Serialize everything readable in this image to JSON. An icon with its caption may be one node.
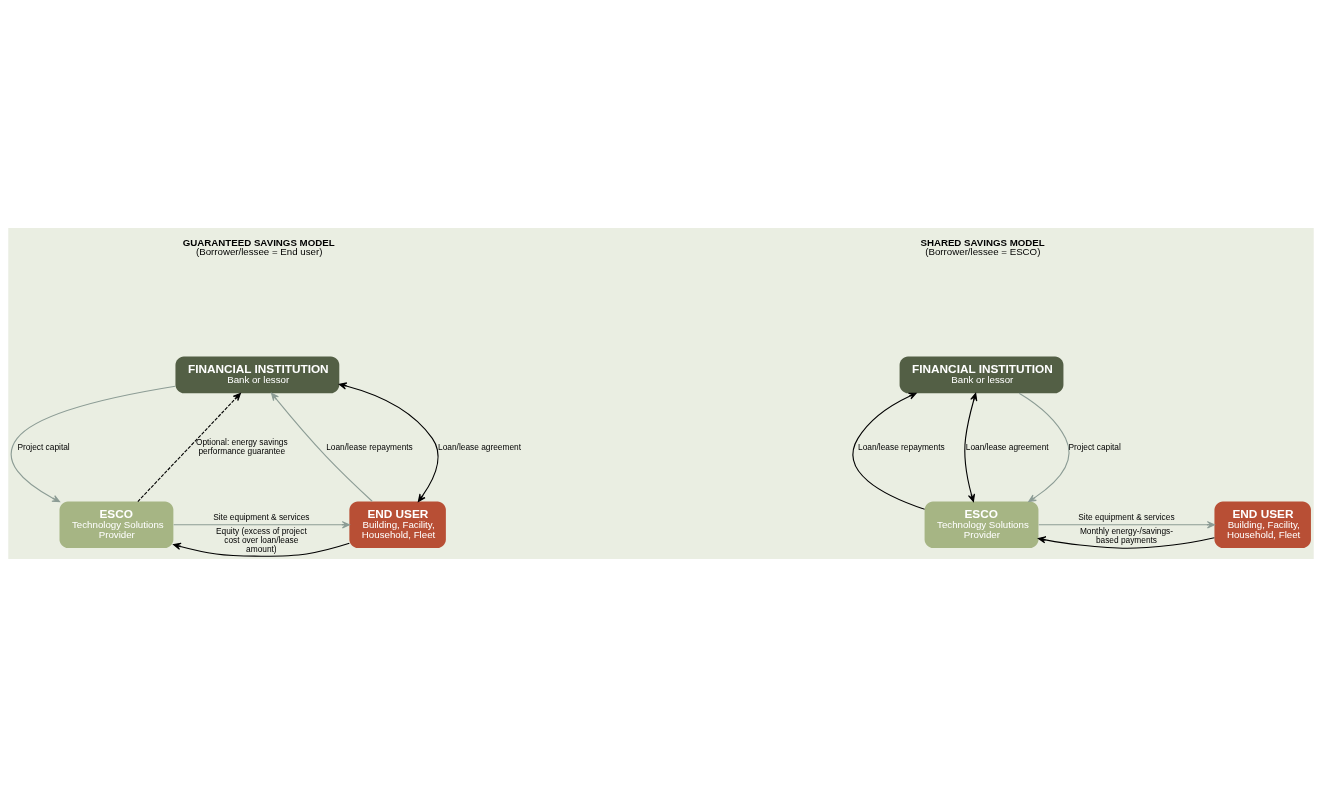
{
  "diagram": {
    "nodes": [
      {
        "text": [
          "FINANCIAL INSTITUTION",
          "Bank or lessor"
        ]
      },
      {
        "text": [
          "ESCO",
          "Technology Solutions Provider"
        ]
      },
      {
        "text": [
          "END USER",
          "Building, Facility, Household, Fleet"
        ]
      },
      {
        "text": [
          "FINANCIAL INSTITUTION",
          "Bank or lessor"
        ]
      },
      {
        "text": [
          "ESCO",
          "Technology Solutions Provider"
        ]
      },
      {
        "text": [
          "END USER",
          "Building, Facility, Household, Fleet"
        ]
      }
    ],
    "edges": [
      {
        "from": 0,
        "to": 1,
        "arrow": "to",
        "label": "Project capital",
        "color": "#8c9c95"
      },
      {
        "from": 1,
        "to": 0,
        "arrow": "to",
        "label": "Optional: energy savings performance guarantee",
        "style": "dashed"
      },
      {
        "from": 0,
        "to": 2,
        "arrow": "both",
        "label": "Loan/lease agreement"
      },
      {
        "from": 2,
        "to": 0,
        "arrow": "to",
        "label": "Loan/lease repayments",
        "color": "#8c9c95"
      },
      {
        "from": 2,
        "to": 1,
        "arrow": "to",
        "label": "Equity (excess of project cost over loan/lease amount)"
      },
      {
        "from": 1,
        "to": 2,
        "arrow": "to",
        "label": "Site equipment & services",
        "color": "#8c9c95"
      },
      {
        "from": 3,
        "to": 4,
        "arrow": "both",
        "label": "Loan/lease agreement"
      },
      {
        "from": 3,
        "to": 4,
        "arrow": "to",
        "label": "Project capital",
        "color": "#8c9c95"
      },
      {
        "from": 4,
        "to": 3,
        "arrow": "to",
        "label": "Loan/lease repayments"
      },
      {
        "from": 5,
        "to": 4,
        "arrow": "to",
        "label": "Monthly energy-/savings-based payments"
      },
      {
        "from": 4,
        "to": 5,
        "arrow": "to",
        "label": "Site equipment & services",
        "color": "#8c9c95"
      }
    ],
    "labels": [
      "GUARANTEED SAVINGS MODEL",
      "(Borrower/lessee = End user)",
      "SHARED SAVINGS MODEL",
      "(Borrower/lessee = ESCO)"
    ]
  }
}
